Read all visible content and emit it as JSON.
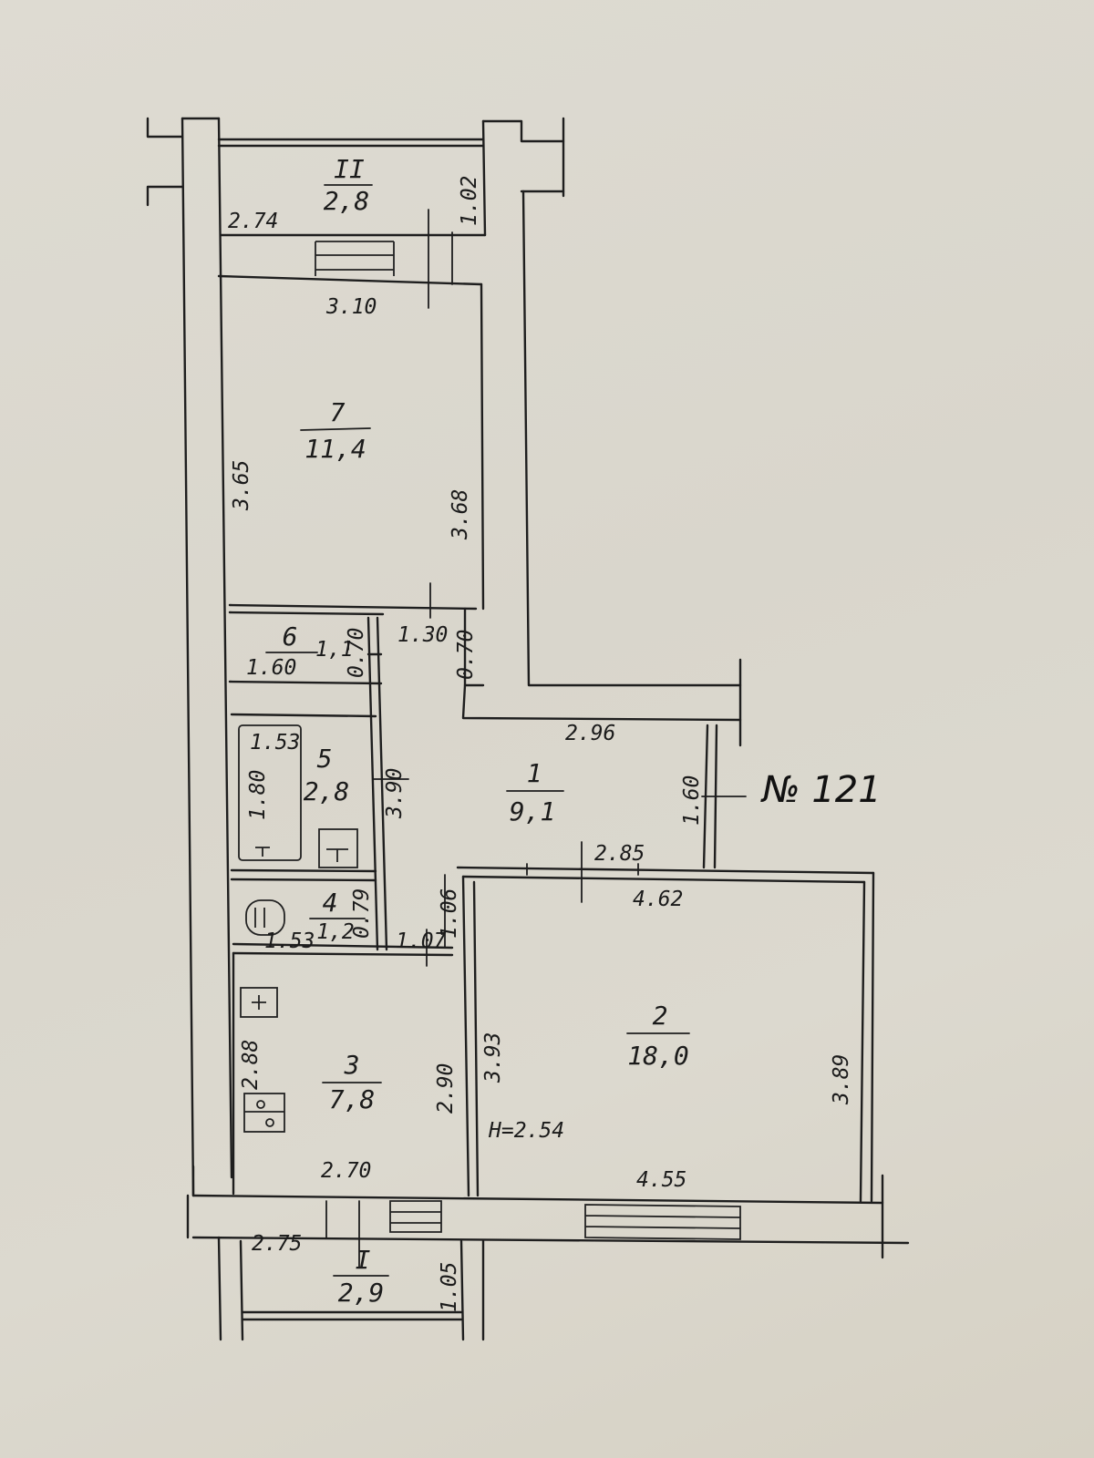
{
  "rooms": {
    "r1": {
      "num": "1",
      "area": "9,1"
    },
    "r2": {
      "num": "2",
      "area": "18,0"
    },
    "r3": {
      "num": "3",
      "area": "7,8"
    },
    "r4": {
      "num": "4",
      "area": "1,2"
    },
    "r5": {
      "num": "5",
      "area": "2,8"
    },
    "r6": {
      "num": "6",
      "area": "1,1"
    },
    "r7": {
      "num": "7",
      "area": "11,4"
    },
    "balcony_top": {
      "num": "II",
      "area": "2,8"
    },
    "balcony_bottom": {
      "num": "I",
      "area": "2,9"
    }
  },
  "dims": {
    "top_w": "2.74",
    "top_h": "1.02",
    "r7_w": "3.10",
    "r7_left": "3.65",
    "r7_right": "3.68",
    "r6_w": "1.60",
    "r6_h": "0.70",
    "corr_w": "1.30",
    "corr_h": "0.70",
    "step_w": "2.96",
    "r5_w": "1.53",
    "r5_h": "1.80",
    "hall_h": "3.90",
    "r1_w": "2.85",
    "r1_h": "1.60",
    "r4_w": "1.53",
    "r4_h": "0.79",
    "r4_gap": "1.06",
    "r4_door": "1.07",
    "r2_top": "4.62",
    "r2_left": "3.93",
    "r2_right": "3.89",
    "r2_bottom": "4.55",
    "ceiling": "H=2.54",
    "r3_left": "2.88",
    "r3_right": "2.90",
    "r3_bottom": "2.70",
    "bot_w": "2.75",
    "bot_h": "1.05"
  },
  "apartment_label": "№ 121"
}
